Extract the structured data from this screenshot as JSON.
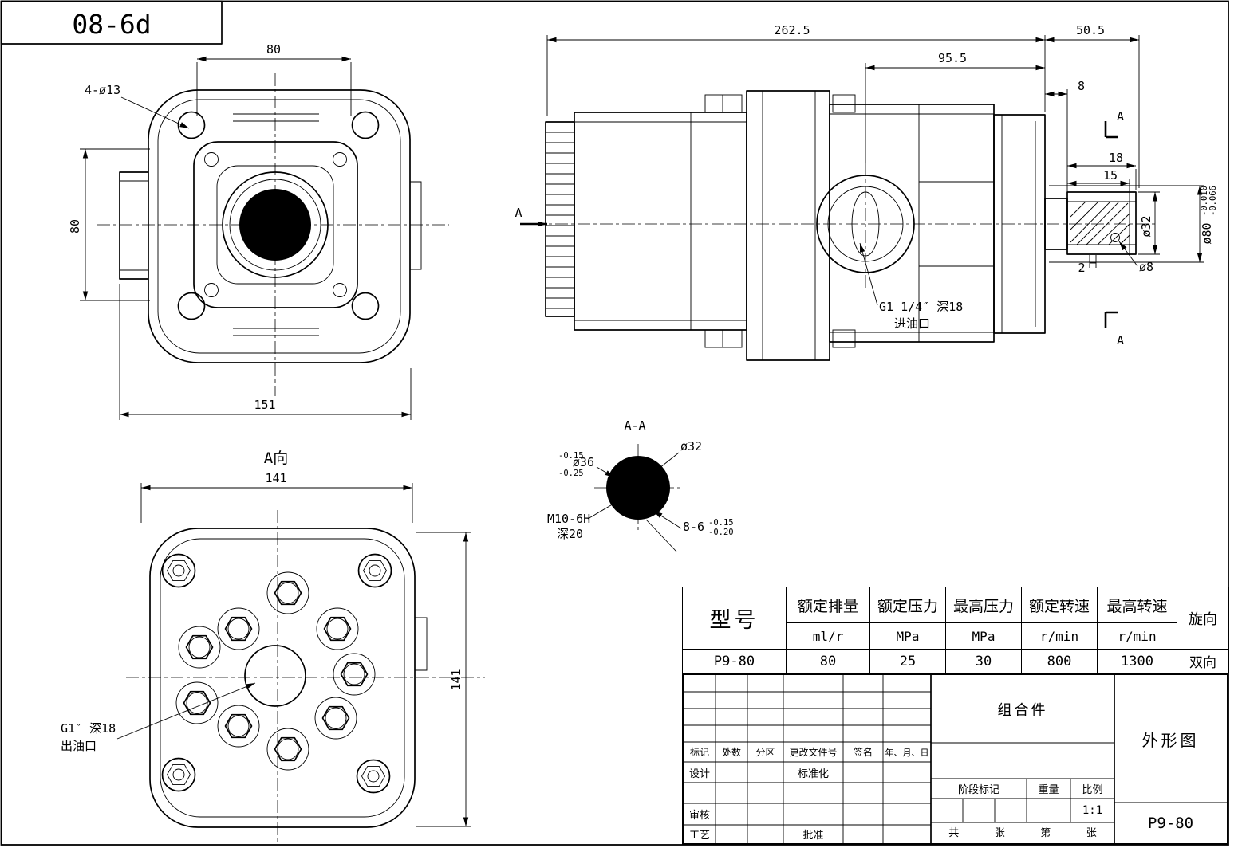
{
  "doc": {
    "drawing_no": "08-6d"
  },
  "front_view": {
    "hole_note": "4-ø13",
    "dim_top": "80",
    "dim_left": "80",
    "dim_bottom": "151"
  },
  "a_view": {
    "title": "A向",
    "dim_width": "141",
    "dim_height": "141",
    "port_note_1": "G1″ 深18",
    "port_note_2": "出油口"
  },
  "side_view": {
    "dim_overall": "262.5",
    "dim_shaft_len": "50.5",
    "dim_mid": "95.5",
    "dim_8": "8",
    "dim_18": "18",
    "dim_15": "15",
    "dim_shaft_dia": "ø32",
    "dim_pilot_dia": "ø80",
    "pilot_tol_upper": "-0.010",
    "pilot_tol_lower": "-0.066",
    "dim_hole_dia": "ø8",
    "dim_2": "2",
    "section_letter": "A",
    "port_note_1": "G1 1/4″ 深18",
    "port_note_2": "进油口"
  },
  "section_view": {
    "title": "A-A",
    "dia_32": "ø32",
    "dia_36": "ø36",
    "dia36_tol_upper": "-0.15",
    "dia36_tol_lower": "-0.25",
    "thread": "M10-6H",
    "thread_depth": "深20",
    "spline_spec": "8-6",
    "spline_tol_upper": "-0.15",
    "spline_tol_lower": "-0.20"
  },
  "spec_table": {
    "model_header": "型号",
    "model_value": "P9-80",
    "rotation_header": "旋向",
    "rotation_value": "双向",
    "columns": [
      {
        "name": "额定排量",
        "unit": "ml/r",
        "value": "80"
      },
      {
        "name": "额定压力",
        "unit": "MPa",
        "value": "25"
      },
      {
        "name": "最高压力",
        "unit": "MPa",
        "value": "30"
      },
      {
        "name": "额定转速",
        "unit": "r/min",
        "value": "800"
      },
      {
        "name": "最高转速",
        "unit": "r/min",
        "value": "1300"
      }
    ]
  },
  "title_block": {
    "assembly_type": "组合件",
    "drawing_name": "外形图",
    "part_number": "P9-80",
    "rev_headers": [
      "标记",
      "处数",
      "分区",
      "更改文件号",
      "签名",
      "年、月、日"
    ],
    "design": "设计",
    "check": "审核",
    "process": "工艺",
    "standardization": "标准化",
    "approve": "批准",
    "stage_mark": "阶段标记",
    "weight": "重量",
    "scale": "比例",
    "scale_value": "1:1",
    "sheet": [
      "共",
      "张",
      "第",
      "张"
    ]
  }
}
